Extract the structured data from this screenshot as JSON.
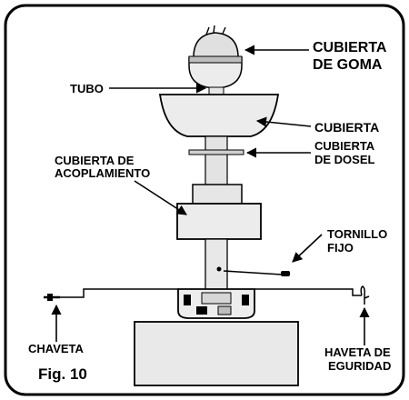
{
  "figure": {
    "caption": "Fig. 10",
    "labels": {
      "rubber_cover_line1": "CUBIERTA",
      "rubber_cover_line2": "DE GOMA",
      "tube": "TUBO",
      "cover": "CUBIERTA",
      "canopy_cover_line1": "CUBIERTA",
      "canopy_cover_line2": "DE DOSEL",
      "coupling_cover_line1": "CUBIERTA DE",
      "coupling_cover_line2": "ACOPLAMIENTO",
      "set_screw_line1": "TORNILLO",
      "set_screw_line2": "FIJO",
      "pin": "CHAVETA",
      "safety_pin_line1": "HAVETA DE",
      "safety_pin_line2": "EGURIDAD"
    }
  }
}
